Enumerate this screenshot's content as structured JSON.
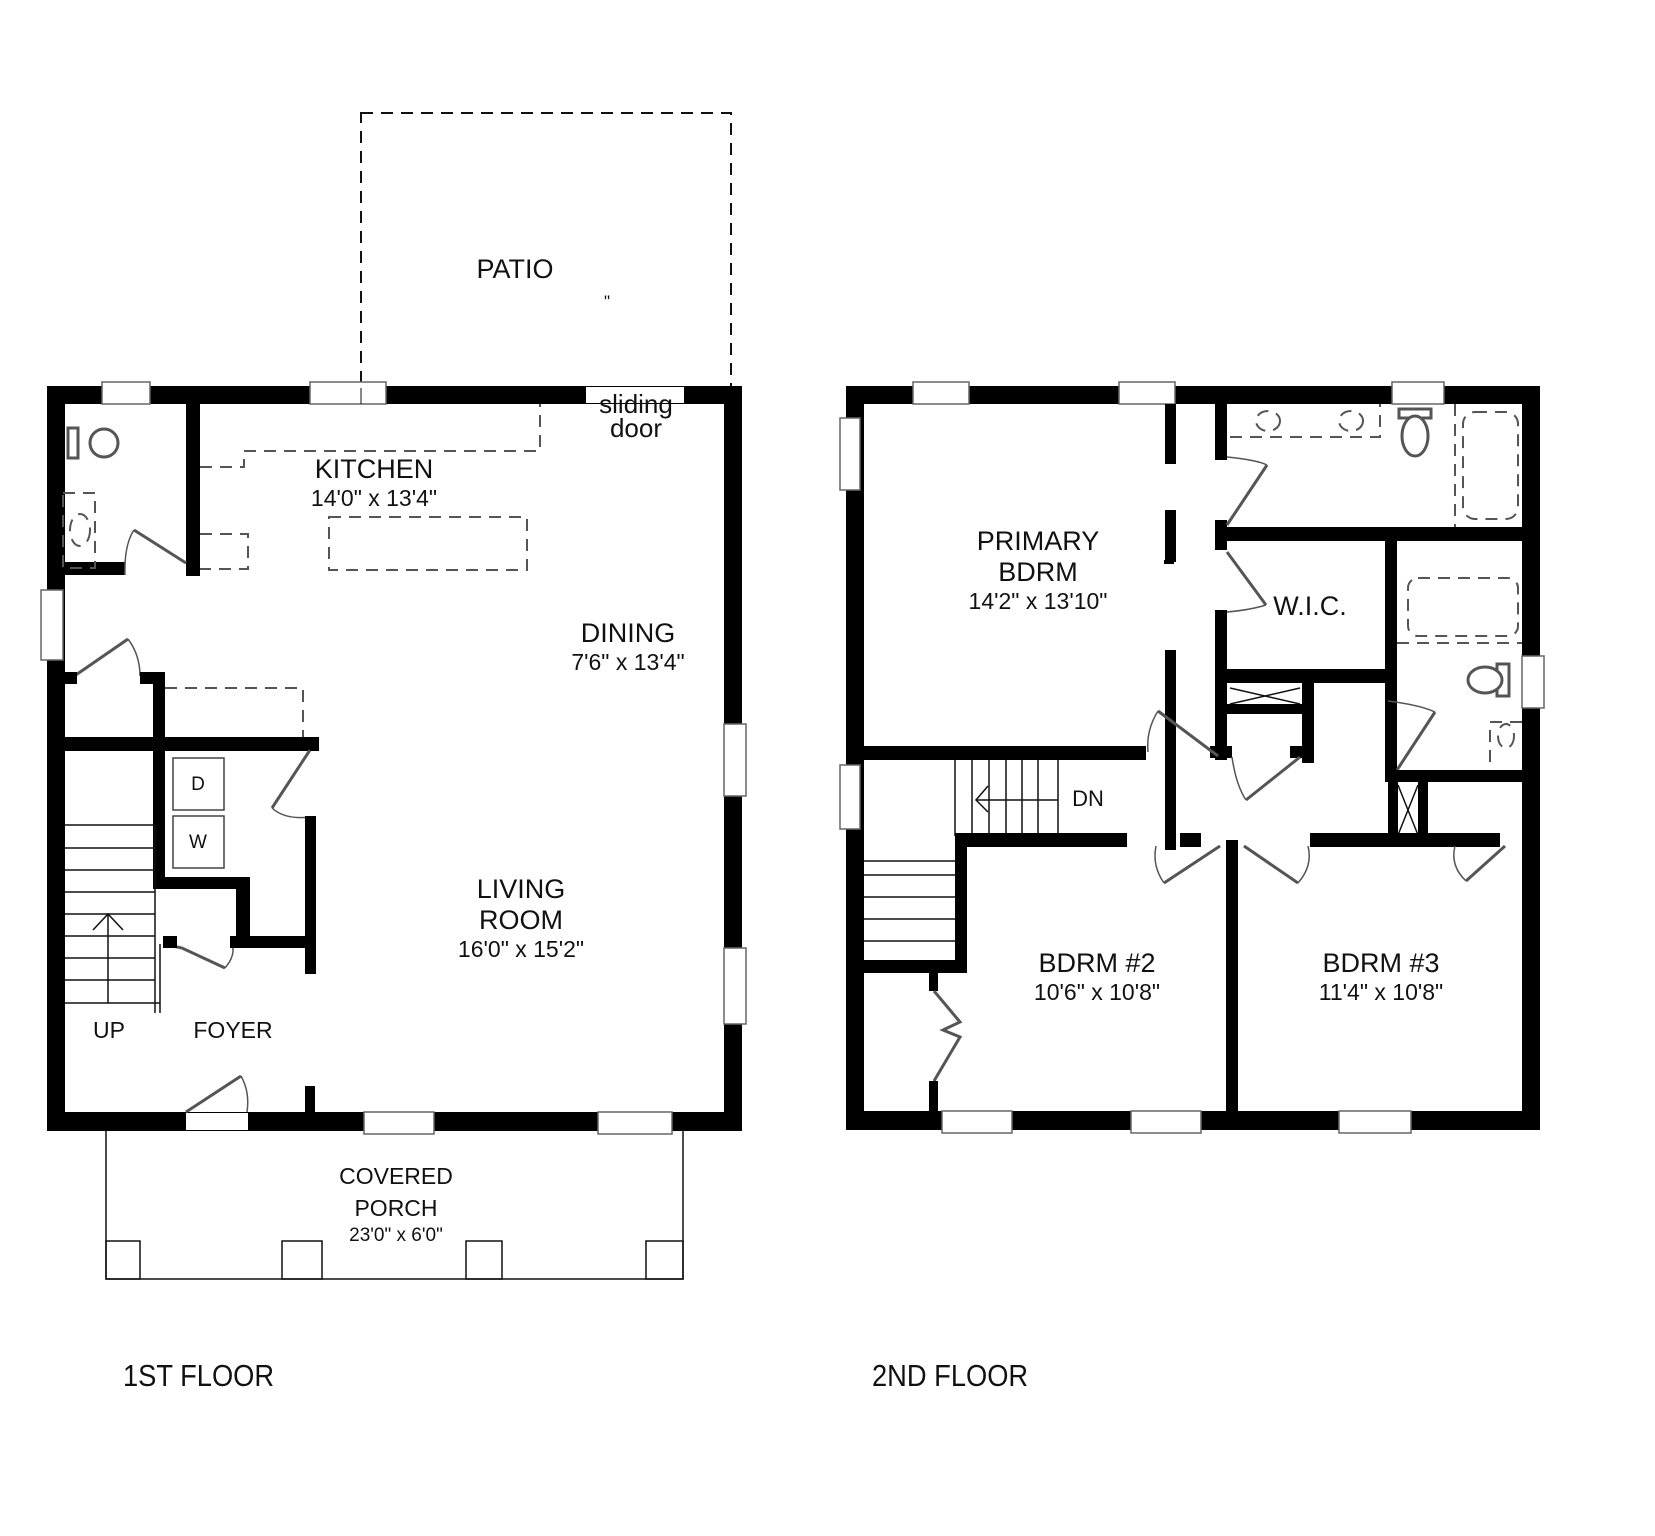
{
  "floors": [
    {
      "title": "1ST FLOOR",
      "rooms": [
        {
          "name": "PATIO",
          "dims": ""
        },
        {
          "name": "KITCHEN",
          "dims": "14'0\" x 13'4\""
        },
        {
          "name": "DINING",
          "dims": "7'6\" x 13'4\""
        },
        {
          "name": "LIVING ROOM",
          "name_lines": [
            "LIVING",
            "ROOM"
          ],
          "dims": "16'0\" x 15'2\""
        },
        {
          "name": "FOYER",
          "dims": ""
        },
        {
          "name": "COVERED PORCH",
          "name_lines": [
            "COVERED",
            "PORCH"
          ],
          "dims": "23'0\" x 6'0\""
        }
      ],
      "annotations": {
        "sliding_door": [
          "sliding",
          "door"
        ],
        "patio_stray_mark": "\"",
        "stairs": "UP",
        "dryer": "D",
        "washer": "W"
      }
    },
    {
      "title": "2ND FLOOR",
      "rooms": [
        {
          "name": "PRIMARY BDRM",
          "name_lines": [
            "PRIMARY",
            "BDRM"
          ],
          "dims": "14'2\" x 13'10\""
        },
        {
          "name": "W.I.C.",
          "dims": ""
        },
        {
          "name": "BDRM #2",
          "dims": "10'6\" x 10'8\""
        },
        {
          "name": "BDRM #3",
          "dims": "11'4\" x 10'8\""
        }
      ],
      "annotations": {
        "stairs": "DN"
      }
    }
  ],
  "colors": {
    "wall": "#000000",
    "fixture": "#555555",
    "background": "#ffffff"
  }
}
